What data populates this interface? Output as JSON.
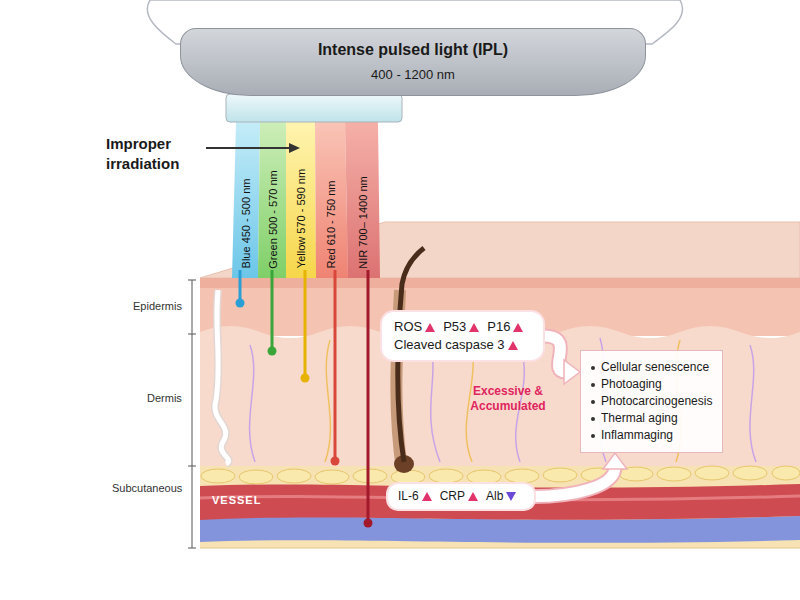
{
  "diagram": {
    "nodes": [
      {
        "text": [
          "Intense pulsed light (IPL)",
          "400 - 1200 nm"
        ]
      },
      {
        "text": [
          "ROS",
          "P53",
          "P16",
          "Cleaved caspase 3"
        ]
      },
      {
        "text": [
          "Cellular senescence",
          "Photoaging",
          "Photocarcinogenesis",
          "Thermal aging",
          "Inflammaging"
        ]
      },
      {
        "text": [
          "IL-6",
          "CRP",
          "Alb"
        ]
      }
    ],
    "edges": [
      {
        "from": 1,
        "to": 2,
        "arrow": "to"
      },
      {
        "from": 3,
        "to": 2,
        "arrow": "to"
      }
    ],
    "labels": [
      "Improper irradiation",
      "Blue 450 - 500 nm",
      "Green 500 - 570 nm",
      "Yellow 570 - 590 nm",
      "Red 610 - 750 nm",
      "NIR 700– 1400 nm",
      "Epidermis",
      "Dermis",
      "Subcutaneous",
      "VESSEL",
      "Excessive & Accumulated"
    ]
  }
}
